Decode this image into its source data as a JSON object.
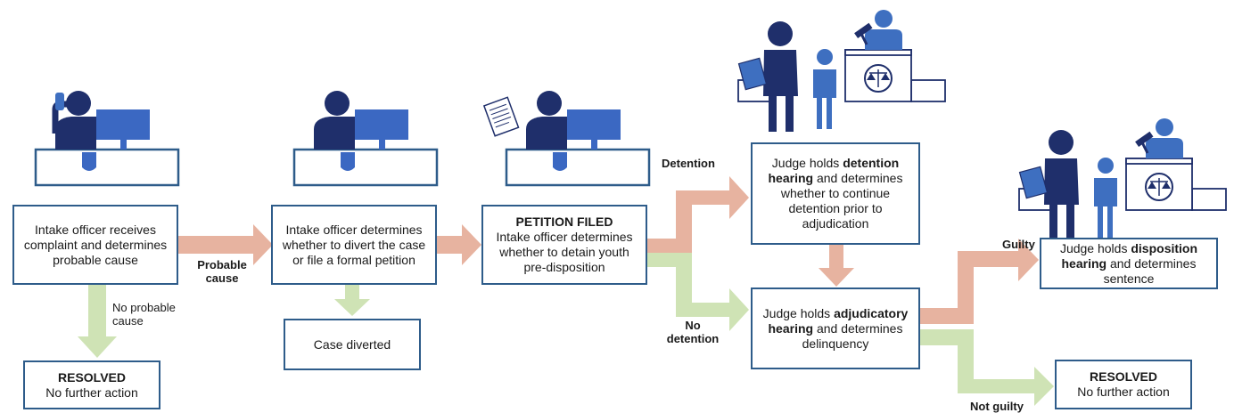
{
  "colors": {
    "box_border": "#2e5c8a",
    "arrow_yes": "#e7b3a0",
    "arrow_no": "#cfe3b5",
    "person_dark": "#1f2f6b",
    "person_light": "#3e6fc0",
    "monitor": "#3b68c2"
  },
  "icons": {
    "intake1": "officer-on-phone-at-desk-icon",
    "intake2": "officer-at-desk-icon",
    "intake3": "officer-with-documents-icon",
    "court1": "courtroom-judge-adult-child-icon",
    "court2": "courtroom-judge-adult-child-icon"
  },
  "boxes": {
    "intake": {
      "text": "Intake officer receives complaint and determines probable cause"
    },
    "divert": {
      "text": "Intake officer determines whether to divert the case or file a formal petition"
    },
    "petition": {
      "title": "PETITION FILED",
      "text": "Intake officer determines whether to detain youth pre-disposition"
    },
    "detention": {
      "pre": "Judge holds ",
      "bold": "detention hearing",
      "post": " and determines whether to continue detention prior to adjudication"
    },
    "adjudicatory": {
      "pre": "Judge holds ",
      "bold": "adjudicatory hearing",
      "post": " and determines delinquency"
    },
    "disposition": {
      "pre": "Judge holds ",
      "bold": "disposition hearing",
      "post": " and determines sentence"
    },
    "resolved1": {
      "title": "RESOLVED",
      "text": "No further action"
    },
    "diverted": {
      "text": "Case diverted"
    },
    "resolved2": {
      "title": "RESOLVED",
      "text": "No further action"
    }
  },
  "labels": {
    "probable_cause": "Probable cause",
    "no_probable_cause": "No probable cause",
    "detention": "Detention",
    "no_detention": "No detention",
    "guilty": "Guilty",
    "not_guilty": "Not guilty"
  }
}
